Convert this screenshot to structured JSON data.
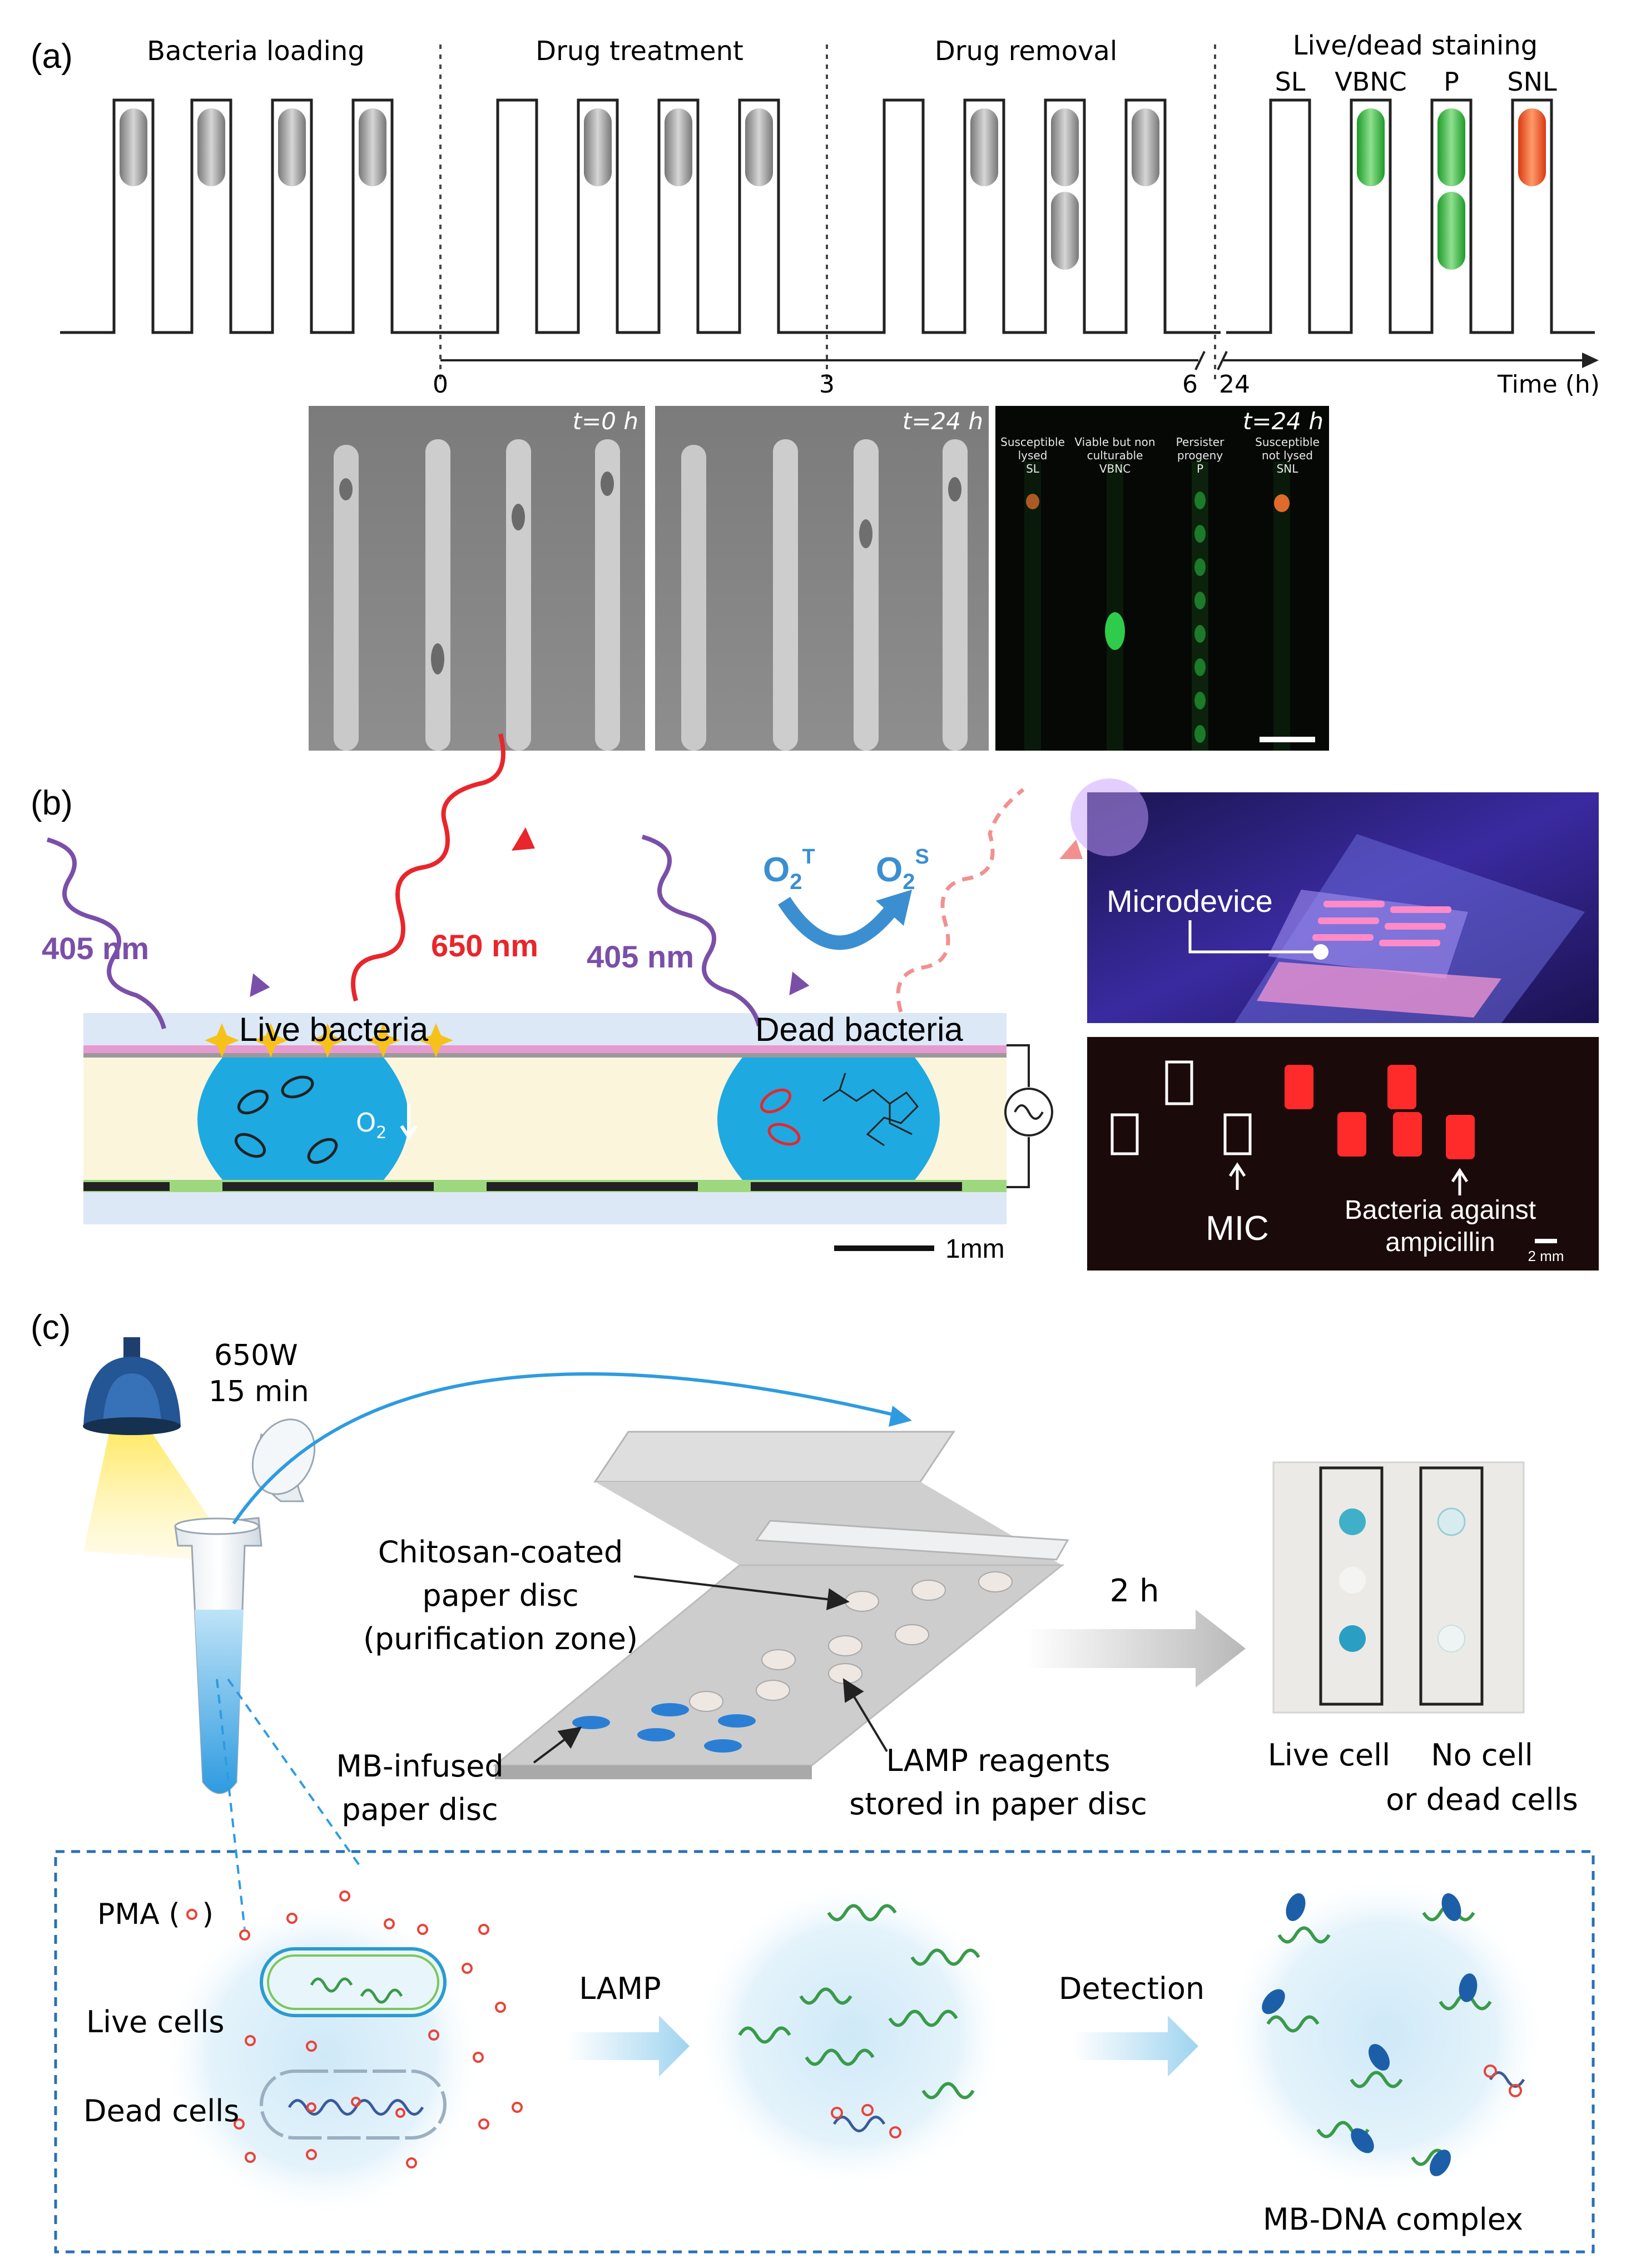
{
  "panel_a": {
    "label": "(a)",
    "phases": [
      "Bacteria loading",
      "Drug treatment",
      "Drug removal",
      "Live/dead staining"
    ],
    "channel_labels": [
      "SL",
      "VBNC",
      "P",
      "SNL"
    ],
    "axis_ticks": [
      "0",
      "3",
      "6",
      "24"
    ],
    "axis_label": "Time (h)",
    "micrographs": [
      {
        "time": "t=0 h"
      },
      {
        "time": "t=24 h"
      },
      {
        "time": "t=24 h",
        "columns": [
          {
            "line1": "Susceptible",
            "line2": "lysed",
            "line3": "SL"
          },
          {
            "line1": "Viable but non",
            "line2": "culturable",
            "line3": "VBNC"
          },
          {
            "line1": "Persister",
            "line2": "progeny",
            "line3": "P"
          },
          {
            "line1": "Susceptible",
            "line2": "not lysed",
            "line3": "SNL"
          }
        ]
      }
    ],
    "colors": {
      "cell_gray": "#9a9a9a",
      "live_green": "#3cb83c",
      "dead_red": "#ef4b23"
    }
  },
  "panel_b": {
    "label": "(b)",
    "excite_left": "405 nm",
    "emit_left": "650 nm",
    "excite_right": "405 nm",
    "o2_triplet": "O",
    "o2_triplet_sub": "2",
    "o2_triplet_sup": "T",
    "o2_singlet": "O",
    "o2_singlet_sub": "2",
    "o2_singlet_sup": "S",
    "live_label": "Live bacteria",
    "dead_label": "Dead bacteria",
    "o2_in_drop": "O",
    "o2_in_drop_sub": "2",
    "scale": "1mm",
    "photo_top_label": "Microdevice",
    "photo_bottom_mic": "MIC",
    "photo_bottom_bact1": "Bacteria against",
    "photo_bottom_bact2": "ampicillin",
    "photo_bottom_scale": "2 mm",
    "colors": {
      "purple": "#7a4fa8",
      "red": "#e8262b",
      "drop_blue": "#1ea9e1",
      "o2_blue": "#3b8fd0"
    }
  },
  "panel_c": {
    "label": "(c)",
    "lamp_power": "650W",
    "lamp_time": "15 min",
    "chitosan_1": "Chitosan-coated",
    "chitosan_2": "paper disc",
    "chitosan_3": "(purification zone)",
    "mb_1": "MB-infused",
    "mb_2": "paper disc",
    "lamp_1": "LAMP reagents",
    "lamp_2": "stored in paper disc",
    "time_arrow": "2 h",
    "result_live": "Live cell",
    "result_none_1": "No cell",
    "result_none_2": "or dead cells",
    "pma": "PMA (",
    "pma_close": ")",
    "live_cells": "Live cells",
    "dead_cells": "Dead cells",
    "step_lamp": "LAMP",
    "step_detect": "Detection",
    "complex": "MB-DNA complex",
    "colors": {
      "dna_green": "#3a9a4a",
      "mb_blue": "#1c5fa8",
      "pma_red": "#e8443a",
      "dash_blue": "#2a6fb5"
    }
  }
}
